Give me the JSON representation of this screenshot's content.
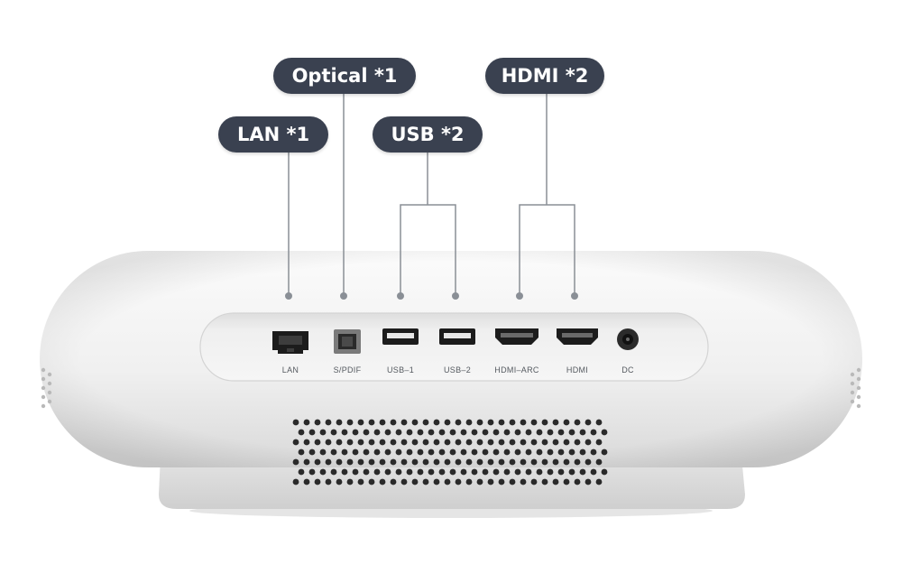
{
  "callouts": {
    "lan": "LAN *1",
    "optical": "Optical *1",
    "usb": "USB *2",
    "hdmi": "HDMI *2"
  },
  "ports": {
    "lan": "LAN",
    "spdif": "S/PDIF",
    "usb1": "USB–1",
    "usb2": "USB–2",
    "hdmi_arc": "HDMI–ARC",
    "hdmi": "HDMI",
    "dc": "DC"
  },
  "colors": {
    "pill_background": "#3a4150",
    "device_body": "#f1f1f1",
    "leader_line": "#8a8f96"
  }
}
